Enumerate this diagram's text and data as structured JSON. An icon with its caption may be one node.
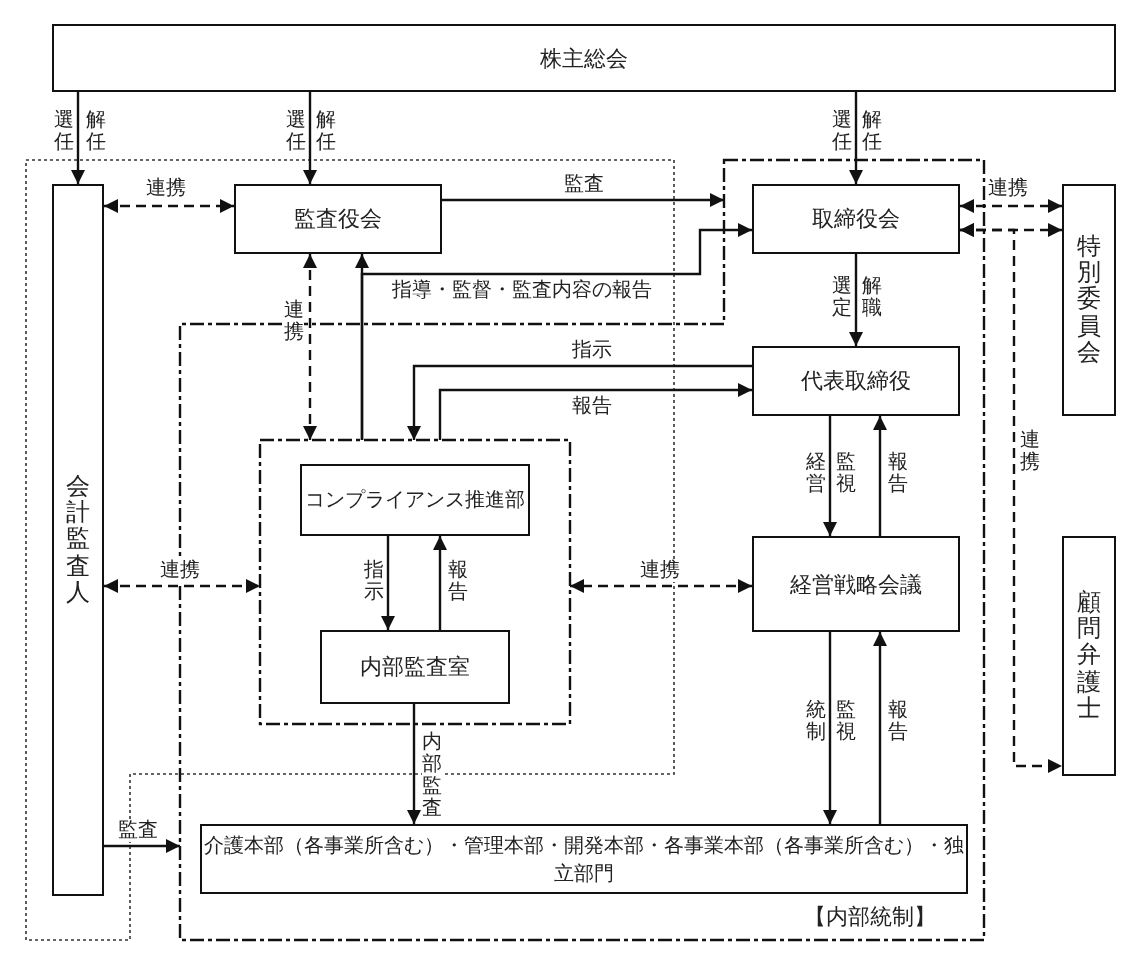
{
  "diagram": {
    "nodes": [
      {
        "text": [
          "株主総会"
        ]
      },
      {
        "text": [
          "会計監査人"
        ]
      },
      {
        "text": [
          "監査役会"
        ]
      },
      {
        "text": [
          "【内部統制】"
        ]
      },
      {
        "text": [
          "取締役会"
        ],
        "in": 3
      },
      {
        "text": [
          "特別委員会"
        ]
      },
      {
        "text": [
          "代表取締役"
        ],
        "in": 3
      },
      {
        "text": [],
        "shape": "box",
        "in": 3
      },
      {
        "text": [
          "コンプライアンス推進部"
        ],
        "in": 7
      },
      {
        "text": [
          "経営戦略会議"
        ],
        "in": 3
      },
      {
        "text": [
          "内部監査室"
        ],
        "in": 7
      },
      {
        "text": [
          "顧問弁護士"
        ]
      },
      {
        "text": [
          "介護本部（各事業所含む）・管理本部・開発本部・各事業本部（各事業所含む）・独立部門"
        ],
        "in": 3
      }
    ],
    "edges": [
      {
        "from": 0,
        "to": 1,
        "arrow": "to",
        "label": "選任"
      },
      {
        "from": 0,
        "to": 2,
        "arrow": "to",
        "label": "選任"
      },
      {
        "from": 0,
        "to": 4,
        "arrow": "to",
        "label": "選任"
      },
      {
        "from": 1,
        "to": 2,
        "arrow": "both",
        "style": "dashed",
        "label": "連携"
      },
      {
        "from": 2,
        "to": 3,
        "arrow": "to",
        "label": "監査"
      },
      {
        "from": 4,
        "to": 5,
        "arrow": "both",
        "style": "dashed",
        "label": "連携"
      },
      {
        "from": 4,
        "to": 5,
        "arrow": "both",
        "style": "dashed"
      },
      {
        "from": 4,
        "to": 11,
        "arrow": "both",
        "style": "dashed",
        "label": "連携"
      },
      {
        "from": 7,
        "to": 2,
        "arrow": "to"
      },
      {
        "from": 7,
        "to": 4,
        "arrow": "to",
        "label": "指導・監督・監査内容の報告"
      },
      {
        "from": 2,
        "to": 7,
        "arrow": "both",
        "style": "dashed",
        "label": "連携"
      },
      {
        "from": 4,
        "to": 6,
        "arrow": "to",
        "label": "選定"
      },
      {
        "from": 6,
        "to": 7,
        "arrow": "to",
        "label": "指示"
      },
      {
        "from": 7,
        "to": 6,
        "arrow": "to",
        "label": "報告"
      },
      {
        "from": 6,
        "to": 9,
        "arrow": "to",
        "label": "経営"
      },
      {
        "from": 9,
        "to": 6,
        "arrow": "to",
        "label": "報告"
      },
      {
        "from": 8,
        "to": 10,
        "arrow": "to",
        "label": "指示"
      },
      {
        "from": 10,
        "to": 8,
        "arrow": "to",
        "label": "報告"
      },
      {
        "from": 1,
        "to": 7,
        "arrow": "both",
        "style": "dashed",
        "label": "連携"
      },
      {
        "from": 9,
        "to": 7,
        "arrow": "both",
        "style": "dashed",
        "label": "連携"
      },
      {
        "from": 10,
        "to": 12,
        "arrow": "to",
        "label": "内部監査"
      },
      {
        "from": 9,
        "to": 12,
        "arrow": "to",
        "label": "統制"
      },
      {
        "from": 12,
        "to": 9,
        "arrow": "to",
        "label": "報告"
      },
      {
        "from": 1,
        "to": 3,
        "arrow": "to",
        "label": "監査"
      }
    ],
    "labels": [
      "解任",
      "解任",
      "解任",
      "解職",
      "監視",
      "監視"
    ]
  }
}
